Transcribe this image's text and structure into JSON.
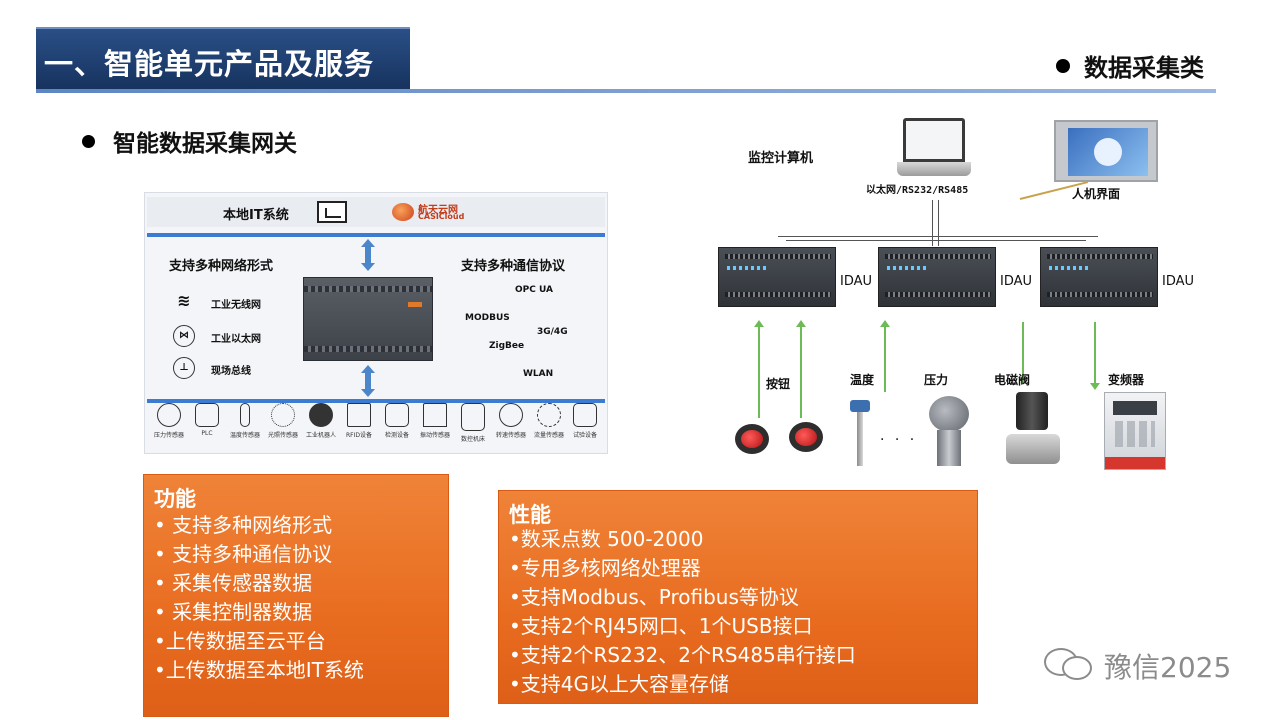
{
  "header": {
    "title": "一、智能单元产品及服务",
    "category": "数据采集类"
  },
  "section": {
    "subtitle": "智能数据采集网关"
  },
  "gateway": {
    "local_system": "本地IT系统",
    "cloud_brand_cn": "航天云网",
    "cloud_brand_en": "CASICloud",
    "network_heading": "支持多种网络形式",
    "protocol_heading": "支持多种通信协议",
    "network_items": [
      "工业无线网",
      "工业以太网",
      "现场总线"
    ],
    "protocols": [
      "OPC UA",
      "MODBUS",
      "3G/4G",
      "ZigBee",
      "WLAN"
    ],
    "sensors": [
      "压力传感器",
      "PLC",
      "温度传感器",
      "光照传感器",
      "工业机器人",
      "RFID设备",
      "检测设备",
      "振动传感器",
      "数控机床",
      "转速传感器",
      "流量传感器",
      "试验设备"
    ]
  },
  "system": {
    "monitor_pc": "监控计算机",
    "link": "以太网/RS232/RS485",
    "hmi": "人机界面",
    "idau_label": "IDAU",
    "field_devices": [
      "按钮",
      "温度",
      "压力",
      "电磁阀",
      "变频器"
    ],
    "ellipsis": "· · ·"
  },
  "functions": {
    "heading": "功能",
    "items": [
      "• 支持多种网络形式",
      "• 支持多种通信协议",
      "• 采集传感器数据",
      "• 采集控制器数据",
      "•上传数据至云平台",
      "•上传数据至本地IT系统"
    ]
  },
  "performance": {
    "heading": "性能",
    "items": [
      "•数采点数 500-2000",
      "•专用多核网络处理器",
      "•支持Modbus、Profibus等协议",
      "•支持2个RJ45网口、1个USB接口",
      "•支持2个RS232、2个RS485串行接口",
      "•支持4G以上大容量存储"
    ]
  },
  "watermark": {
    "text": "豫信2025"
  },
  "colors": {
    "banner": "#1f3f73",
    "accent_blue": "#3b7bd1",
    "panel_orange": "#e86c20",
    "arrow_green": "#6dbb57"
  }
}
